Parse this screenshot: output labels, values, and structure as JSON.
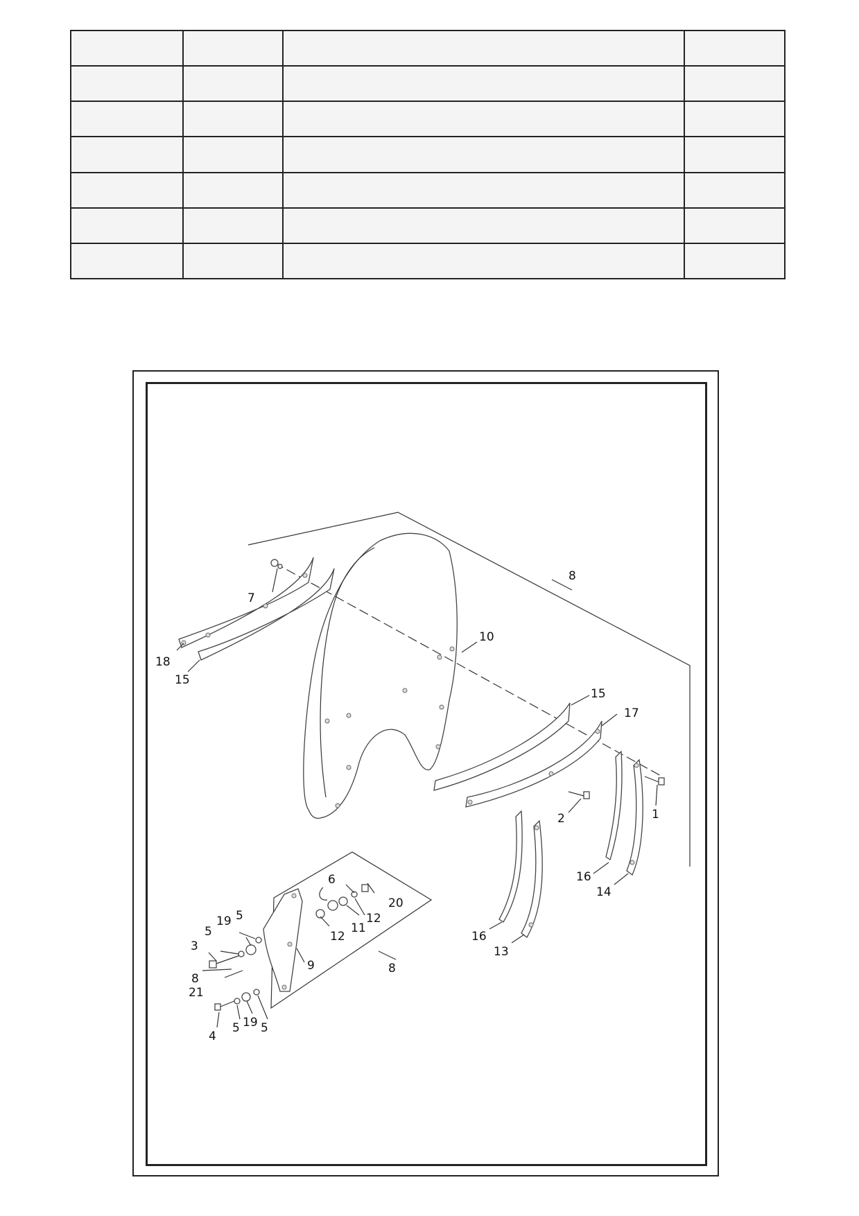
{
  "parts_table": {
    "rows": [
      [
        "",
        "",
        "",
        ""
      ],
      [
        "",
        "",
        "",
        ""
      ],
      [
        "",
        "",
        "",
        ""
      ],
      [
        "",
        "",
        "",
        ""
      ],
      [
        "",
        "",
        "",
        ""
      ],
      [
        "",
        "",
        "",
        ""
      ],
      [
        "",
        "",
        "",
        ""
      ]
    ]
  },
  "diagram": {
    "callouts": {
      "c1": "1",
      "c2": "2",
      "c3": "3",
      "c4": "4",
      "c5a": "5",
      "c5b": "5",
      "c5c": "5",
      "c5d": "5",
      "c6": "6",
      "c7": "7",
      "c8a": "8",
      "c8b": "8",
      "c8c": "8",
      "c9": "9",
      "c10": "10",
      "c11": "11",
      "c12a": "12",
      "c12b": "12",
      "c13": "13",
      "c14": "14",
      "c15a": "15",
      "c15b": "15",
      "c16a": "16",
      "c16b": "16",
      "c17": "17",
      "c18": "18",
      "c19a": "19",
      "c19b": "19",
      "c20": "20",
      "c21": "21"
    }
  }
}
